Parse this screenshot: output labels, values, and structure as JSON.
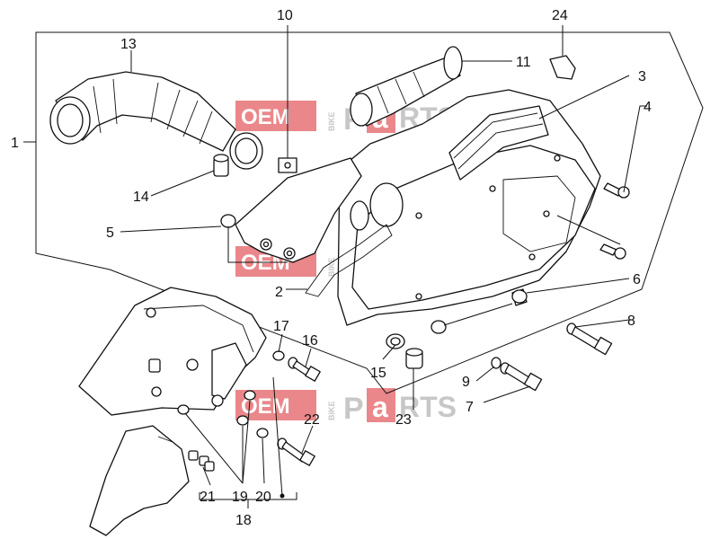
{
  "diagram": {
    "callouts": [
      "1",
      "2",
      "3",
      "4",
      "5",
      "6",
      "7",
      "8",
      "9",
      "10",
      "11",
      "13",
      "14",
      "15",
      "16",
      "17",
      "18",
      "19",
      "20",
      "21",
      "22",
      "23",
      "24"
    ]
  },
  "watermark": {
    "part1": "OEM",
    "part2": "BIKE",
    "part3": "P",
    "part4": "a",
    "part5": "RTS",
    "red": "#d9262b",
    "grey": "#9a9a9a"
  }
}
